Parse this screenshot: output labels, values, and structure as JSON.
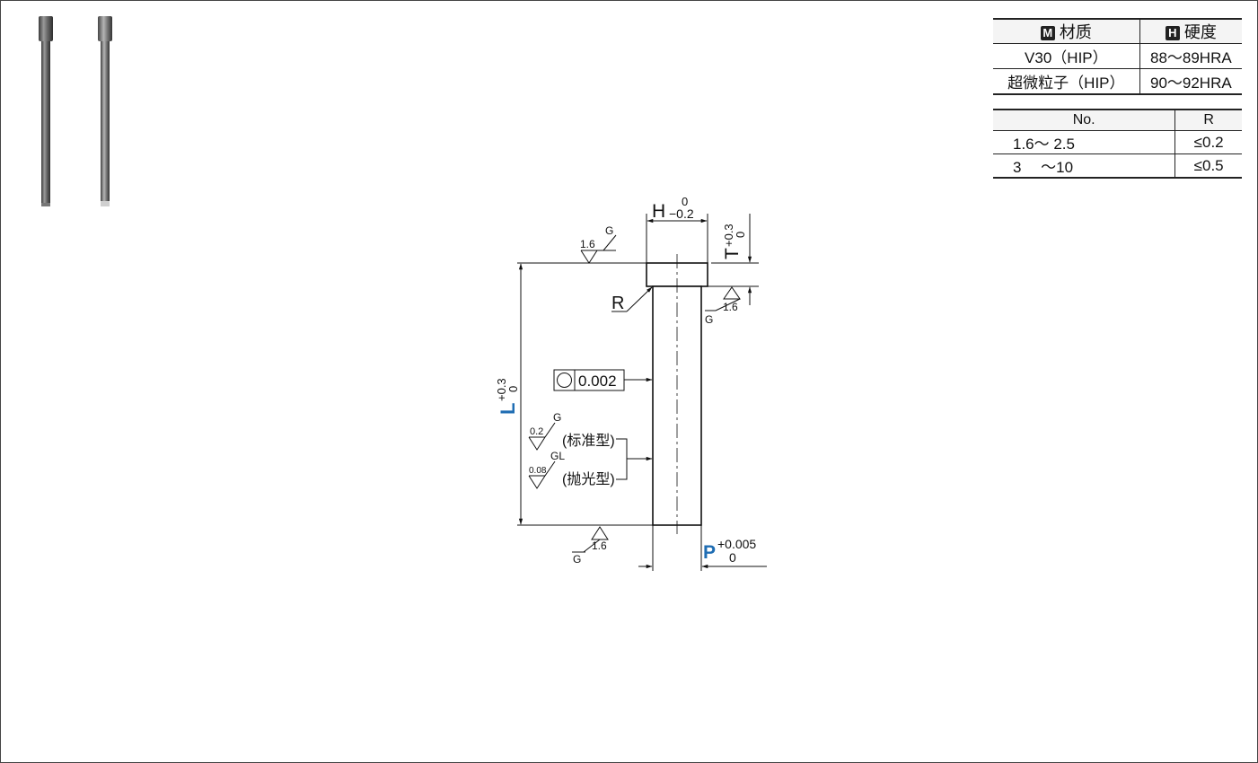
{
  "material_table": {
    "header": {
      "material_badge": "M",
      "material_label": "材质",
      "hardness_badge": "H",
      "hardness_label": "硬度"
    },
    "rows": [
      {
        "material": "V30（HIP）",
        "hardness": "88～89HRA"
      },
      {
        "material": "超微粒子（HIP）",
        "hardness": "90～92HRA"
      }
    ]
  },
  "radius_table": {
    "header": {
      "no": "No.",
      "r": "R"
    },
    "rows": [
      {
        "no": "1.6～ 2.5",
        "r": "≤0.2"
      },
      {
        "no": "3 　～10",
        "r": "≤0.5"
      }
    ]
  },
  "drawing": {
    "dim_h": {
      "letter": "H",
      "upper": "0",
      "lower": "−0.2"
    },
    "dim_t": {
      "letter": "T",
      "upper": "+0.3",
      "lower": "0"
    },
    "dim_l": {
      "letter": "L",
      "upper": "+0.3",
      "lower": "0"
    },
    "dim_p": {
      "letter": "P",
      "upper": "+0.005",
      "lower": "0"
    },
    "radius_label": "R",
    "tolerance_value": "0.002",
    "finish_top": {
      "value": "1.6",
      "symbol": "G"
    },
    "finish_head": {
      "value": "1.6",
      "symbol": "G"
    },
    "finish_bottom": {
      "value": "1.6",
      "symbol": "G"
    },
    "finish_standard": {
      "value": "0.2",
      "symbol": "G",
      "label": "(标准型)"
    },
    "finish_polished": {
      "value": "0.08",
      "symbol": "GL",
      "label": "(抛光型)"
    }
  },
  "colors": {
    "dimension_letter": "#1f6db3",
    "table_badge": "#222222"
  }
}
